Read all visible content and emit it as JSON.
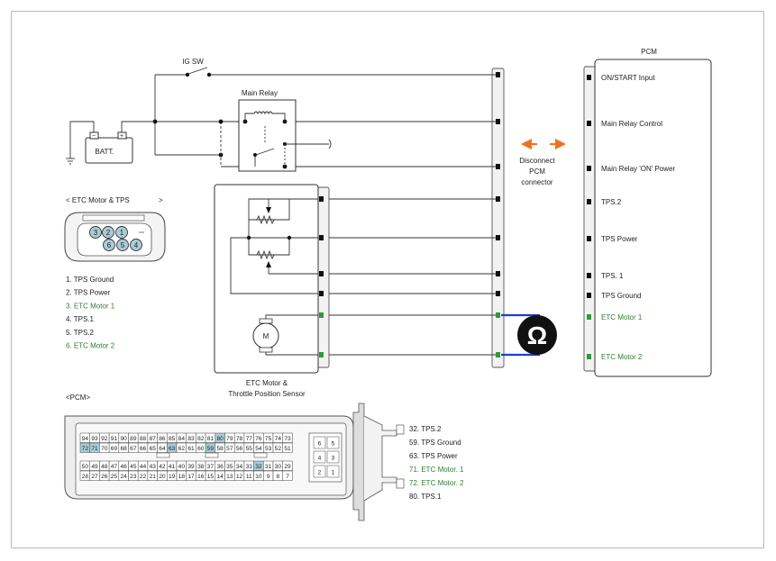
{
  "labels": {
    "ig_sw": "IG SW",
    "main_relay": "Main Relay",
    "batt": "BATT.",
    "batt_neg": "−",
    "batt_pos": "+",
    "pcm_title": "PCM",
    "disconnect": [
      "Disconnect",
      "PCM",
      "connector"
    ],
    "etc_title": [
      "ETC Motor &",
      "Throttle Position Sensor"
    ],
    "etc_tps_heading": "< ETC Motor & TPS",
    "etc_tps_heading_end": ">",
    "motor": "M",
    "ohm": "Ω",
    "pcm_heading": "<PCM>"
  },
  "pcm_pins": [
    {
      "text": "ON/START Input",
      "green": false
    },
    {
      "text": "Main Relay Control",
      "green": false
    },
    {
      "text": "Main Relay 'ON' Power",
      "green": false
    },
    {
      "text": "TPS.2",
      "green": false
    },
    {
      "text": "TPS Power",
      "green": false
    },
    {
      "text": "TPS. 1",
      "green": false
    },
    {
      "text": "TPS Ground",
      "green": false
    },
    {
      "text": "ETC Motor 1",
      "green": true
    },
    {
      "text": "ETC Motor 2",
      "green": true
    }
  ],
  "etc_connector_pins": [
    "3",
    "2",
    "1",
    "6",
    "5",
    "4"
  ],
  "etc_pin_list": [
    {
      "text": "1. TPS Ground",
      "green": false
    },
    {
      "text": "2. TPS Power",
      "green": false
    },
    {
      "text": "3. ETC Motor 1",
      "green": true
    },
    {
      "text": "4. TPS.1",
      "green": false
    },
    {
      "text": "5. TPS.2",
      "green": false
    },
    {
      "text": "6. ETC Motor 2",
      "green": true
    }
  ],
  "pcm_connector": {
    "rows": [
      [
        "94",
        "93",
        "92",
        "91",
        "90",
        "89",
        "88",
        "87",
        "86",
        "85",
        "84",
        "83",
        "82",
        "81",
        "80",
        "79",
        "78",
        "77",
        "76",
        "75",
        "74",
        "73"
      ],
      [
        "72",
        "71",
        "70",
        "69",
        "68",
        "67",
        "66",
        "65",
        "64",
        "63",
        "62",
        "61",
        "60",
        "59",
        "58",
        "57",
        "56",
        "55",
        "54",
        "53",
        "52",
        "51"
      ],
      [
        "50",
        "49",
        "48",
        "47",
        "46",
        "45",
        "44",
        "43",
        "42",
        "41",
        "40",
        "39",
        "38",
        "37",
        "36",
        "35",
        "34",
        "33",
        "32",
        "31",
        "30",
        "29"
      ],
      [
        "28",
        "27",
        "26",
        "25",
        "24",
        "23",
        "22",
        "21",
        "20",
        "19",
        "18",
        "17",
        "16",
        "15",
        "14",
        "13",
        "12",
        "11",
        "10",
        "9",
        "8",
        "7"
      ]
    ],
    "highlighted": [
      "80",
      "72",
      "71",
      "63",
      "59",
      "32"
    ],
    "side_cells": [
      "6",
      "5",
      "4",
      "3",
      "2",
      "1"
    ]
  },
  "pcm_pin_list": [
    {
      "text": "32. TPS.2",
      "green": false
    },
    {
      "text": "59. TPS Ground",
      "green": false
    },
    {
      "text": "63.    TPS Power",
      "green": false
    },
    {
      "text": "71. ETC Motor. 1",
      "green": true
    },
    {
      "text": "72. ETC Motor. 2",
      "green": true
    },
    {
      "text": "80. TPS.1",
      "green": false
    }
  ],
  "colors": {
    "arrow": "#f07020",
    "green_text": "#2e7d32",
    "green_pin": "#2e9a3a",
    "blue_lead": "#1f3fd0",
    "highlight": "#a9ccd6"
  }
}
